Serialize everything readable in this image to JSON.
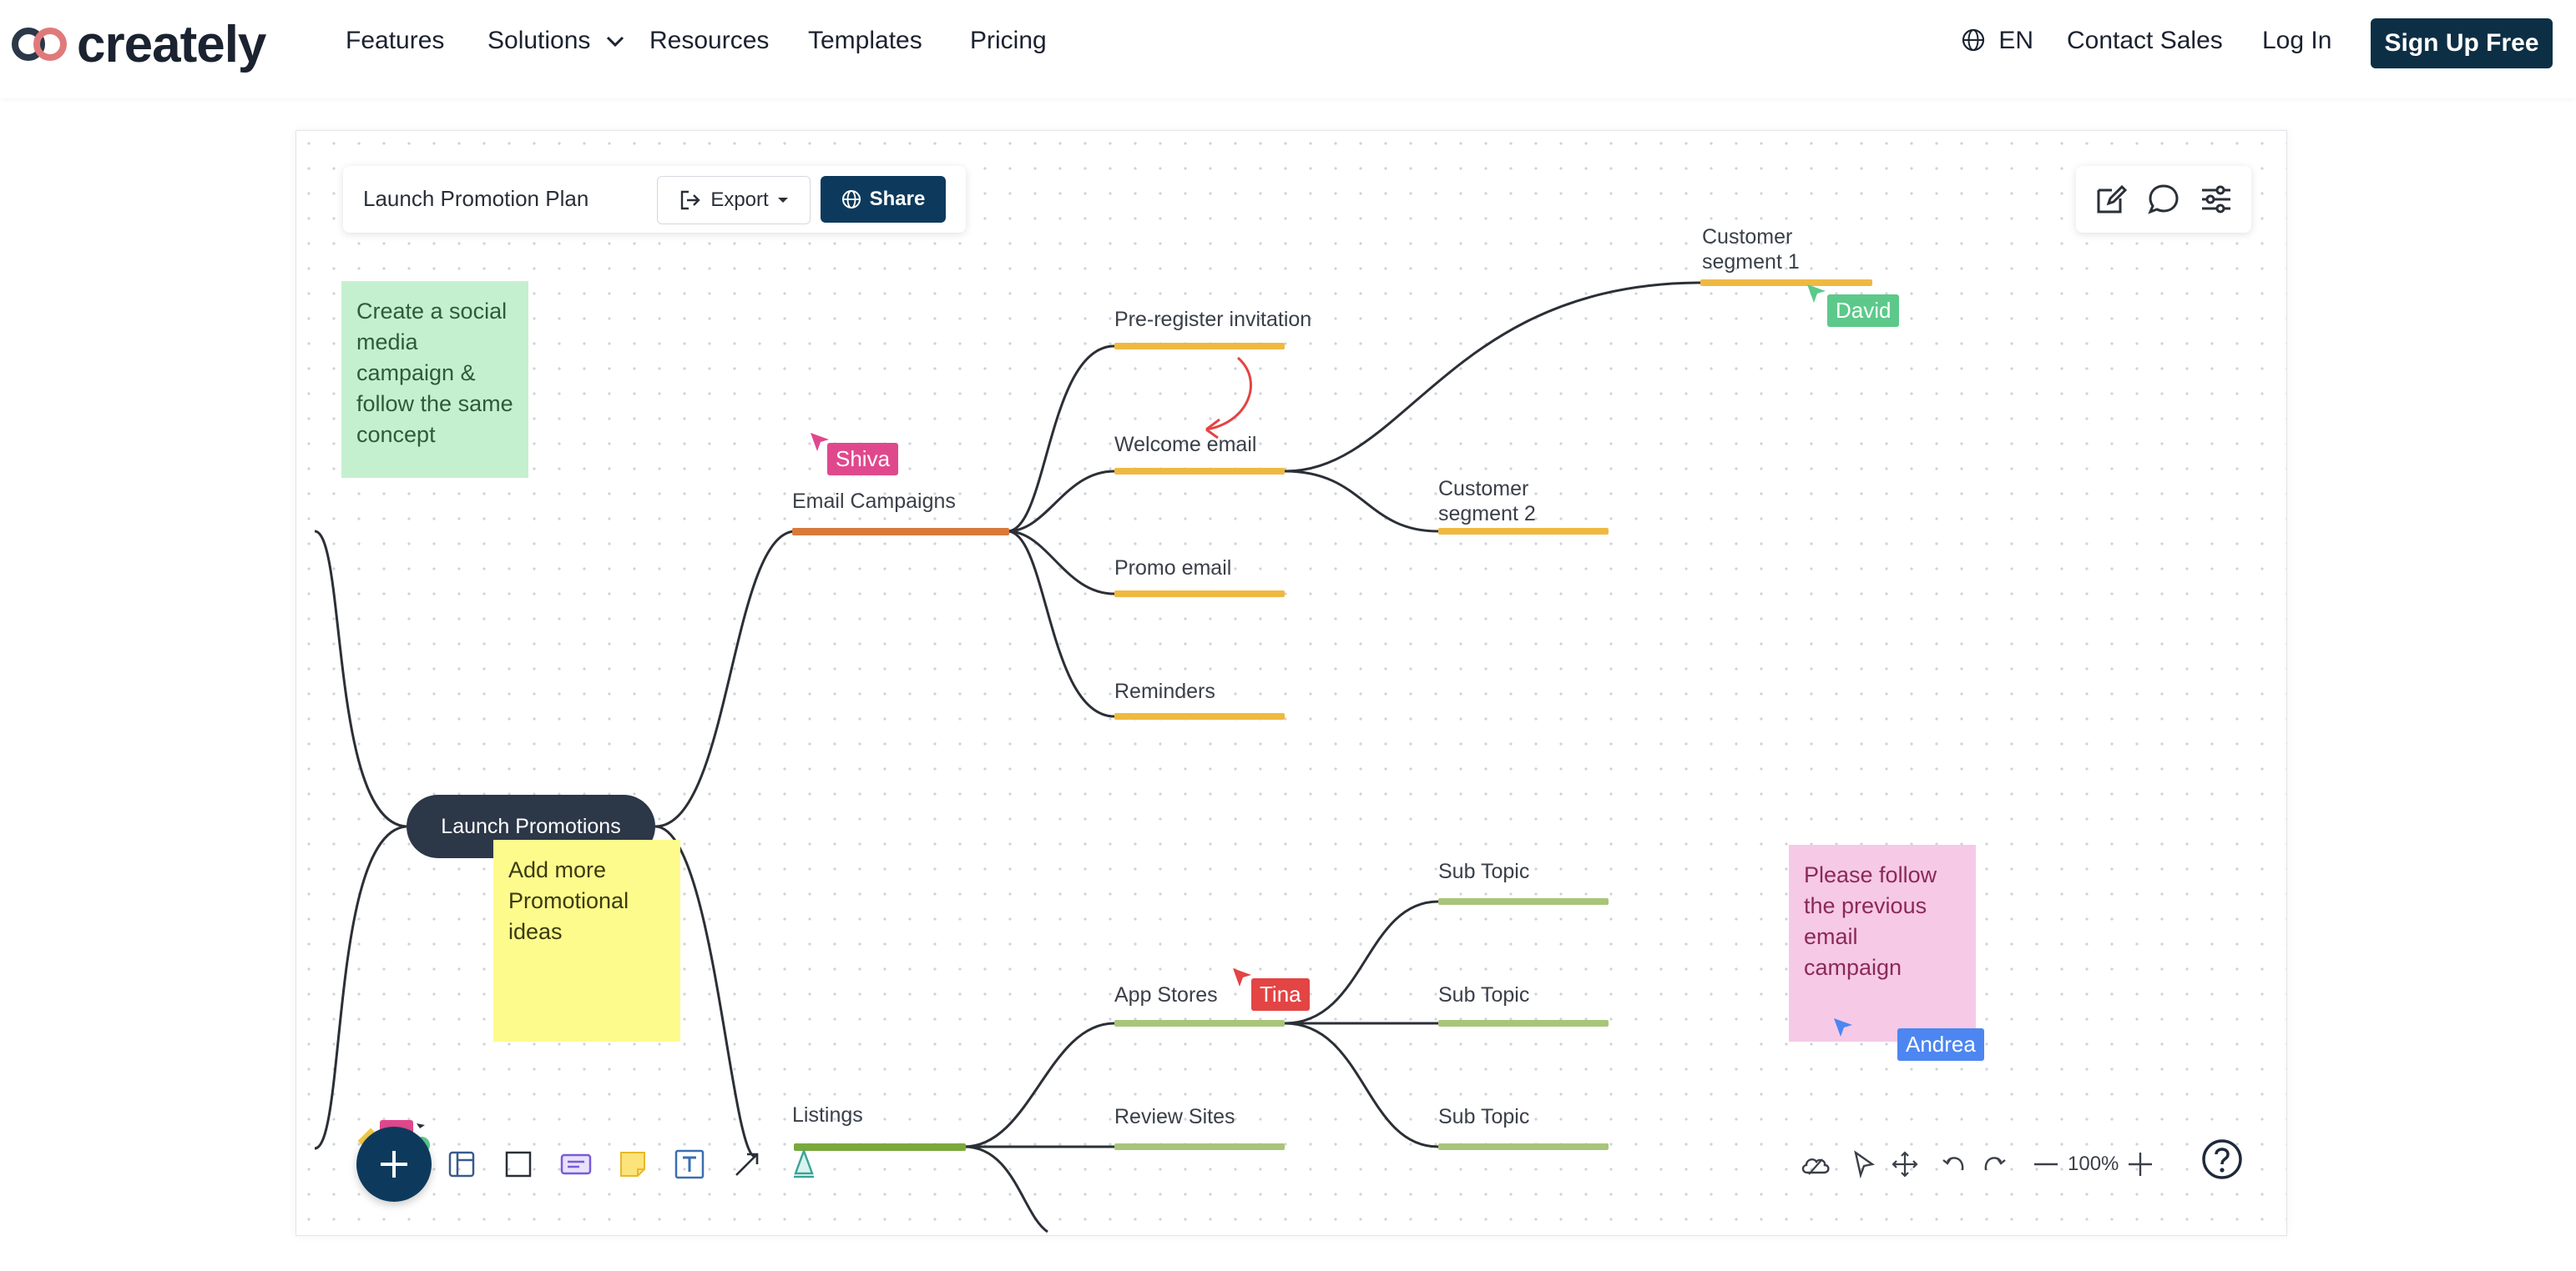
{
  "nav": {
    "logo_text": "creately",
    "items": [
      "Features",
      "Solutions",
      "Resources",
      "Templates",
      "Pricing"
    ],
    "language": "EN",
    "contact": "Contact Sales",
    "login": "Log In",
    "signup": "Sign Up Free"
  },
  "editor": {
    "doc_title": "Launch Promotion Plan",
    "export_label": "Export",
    "share_label": "Share",
    "zoom": "100%"
  },
  "notes": {
    "green": "Create a social media campaign & follow the same concept",
    "yellow": "Add more Promotional ideas",
    "pink": "Please follow the previous email campaign"
  },
  "mindmap": {
    "central": "Launch Promotions",
    "email_campaigns": "Email Campaigns",
    "pre_register": "Pre-register invitation",
    "welcome_email": "Welcome email",
    "promo_email": "Promo email",
    "reminders": "Reminders",
    "customer_segment_1": "Customer segment 1",
    "customer_segment_2": "Customer segment 2",
    "listings": "Listings",
    "app_stores": "App Stores",
    "review_sites": "Review Sites",
    "sub_topic_1": "Sub Topic",
    "sub_topic_2": "Sub Topic",
    "sub_topic_3": "Sub Topic"
  },
  "collaborators": [
    {
      "name": "Shiva",
      "color": "#e0488d"
    },
    {
      "name": "David",
      "color": "#5cc98a"
    },
    {
      "name": "Tina",
      "color": "#e34444"
    },
    {
      "name": "Andrea",
      "color": "#4d86f0"
    }
  ],
  "colors": {
    "brand": "#0d2f45",
    "share": "#0d3a5c",
    "email_branch": "#d97a3a",
    "email_leaf": "#efb941",
    "listing_branch": "#7aa83c",
    "listing_leaf": "#a8c57a"
  }
}
